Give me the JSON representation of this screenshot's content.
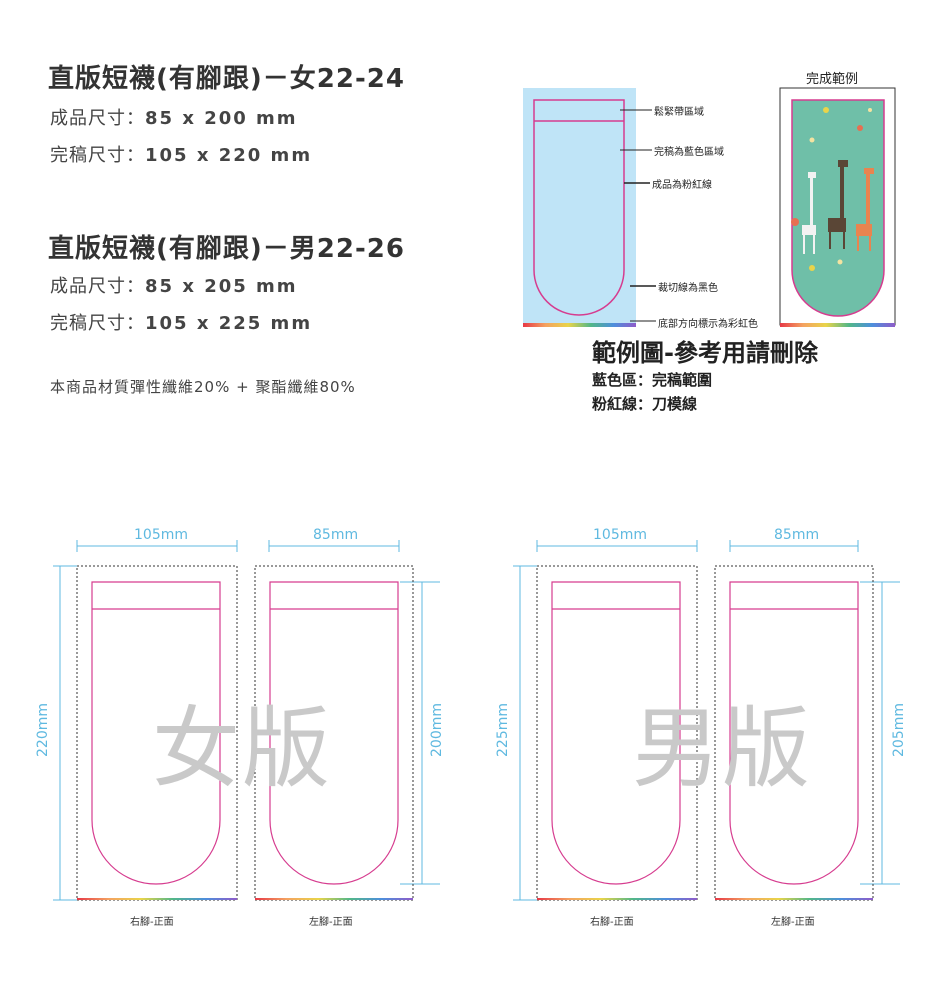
{
  "female": {
    "title": "直版短襪(有腳跟)－女22-24",
    "finished_label": "成品尺寸：",
    "finished_value": "85 x 200 mm",
    "draft_label": "完稿尺寸：",
    "draft_value": "105 x 220 mm"
  },
  "male": {
    "title": "直版短襪(有腳跟)－男22-26",
    "finished_label": "成品尺寸：",
    "finished_value": "85 x 205 mm",
    "draft_label": "完稿尺寸：",
    "draft_value": "105 x 225 mm"
  },
  "material": "本商品材質彈性纖維20% + 聚酯纖維80%",
  "reference": {
    "done_label": "完成範例",
    "callouts": [
      "鬆緊帶區域",
      "完稿為藍色區域",
      "成品為粉紅線",
      "裁切線為黑色",
      "底部方向標示為彩虹色"
    ],
    "title": "範例圖-參考用請刪除",
    "legend_blue": "藍色區：完稿範圍",
    "legend_pink": "粉紅線：刀模線"
  },
  "templates": {
    "female": {
      "width_full": "105mm",
      "width_finished": "85mm",
      "height_full": "220mm",
      "height_finished": "200mm",
      "watermark": "女版",
      "right_foot": "右腳-正面",
      "left_foot": "左腳-正面"
    },
    "male": {
      "width_full": "105mm",
      "width_finished": "85mm",
      "height_full": "225mm",
      "height_finished": "205mm",
      "watermark": "男版",
      "right_foot": "右腳-正面",
      "left_foot": "左腳-正面"
    }
  },
  "colors": {
    "blue_area": "#bfe4f7",
    "pink_line": "#d63c8f",
    "dimension": "#5fb9e0",
    "example_bg": "#6fbfa8"
  }
}
